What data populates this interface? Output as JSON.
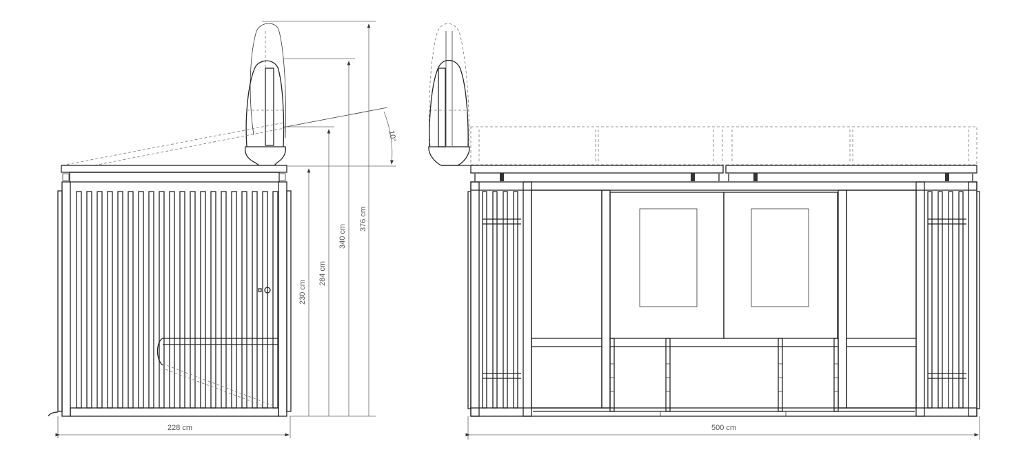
{
  "drawing": {
    "type": "technical elevation drawing",
    "views": [
      {
        "name": "side-elevation",
        "dimensions": {
          "width": "228 cm",
          "height_frame": "230 cm",
          "height_tilted_top": "284 cm",
          "height_lamp": "340 cm",
          "height_total": "376 cm",
          "roof_angle": "10°"
        }
      },
      {
        "name": "front-elevation",
        "dimensions": {
          "width": "500 cm"
        }
      }
    ]
  },
  "labels": {
    "w228": "228 cm",
    "h230": "230 cm",
    "h284": "284 cm",
    "h340": "340 cm",
    "h376": "376 cm",
    "angle": "10°",
    "w500": "500 cm"
  }
}
